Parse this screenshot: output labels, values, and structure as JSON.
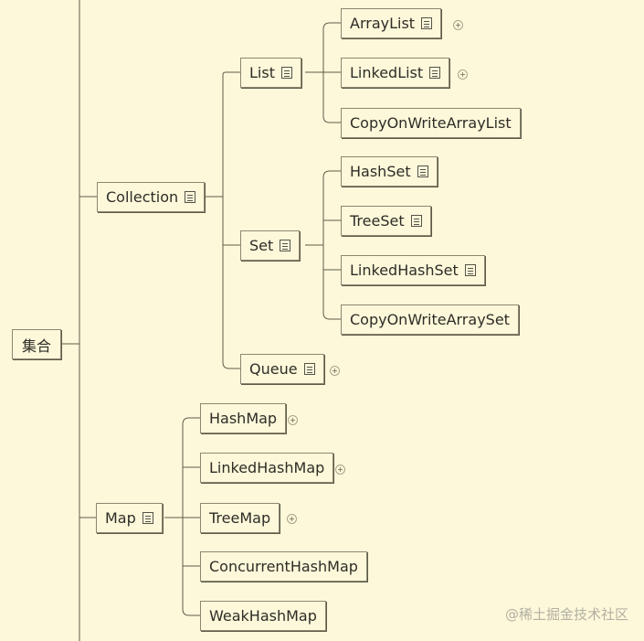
{
  "root": {
    "label": "集合"
  },
  "collection": {
    "label": "Collection",
    "list": {
      "label": "List",
      "children": [
        "ArrayList",
        "LinkedList",
        "CopyOnWriteArrayList"
      ]
    },
    "set": {
      "label": "Set",
      "children": [
        "HashSet",
        "TreeSet",
        "LinkedHashSet",
        "CopyOnWriteArraySet"
      ]
    },
    "queue": {
      "label": "Queue"
    }
  },
  "map": {
    "label": "Map",
    "children": [
      "HashMap",
      "LinkedHashMap",
      "TreeMap",
      "ConcurrentHashMap",
      "WeakHashMap"
    ]
  },
  "watermark": "@稀土掘金技术社区",
  "colors": {
    "background": "#fdf8da",
    "line": "#5f5b49",
    "border": "#8c8770"
  }
}
